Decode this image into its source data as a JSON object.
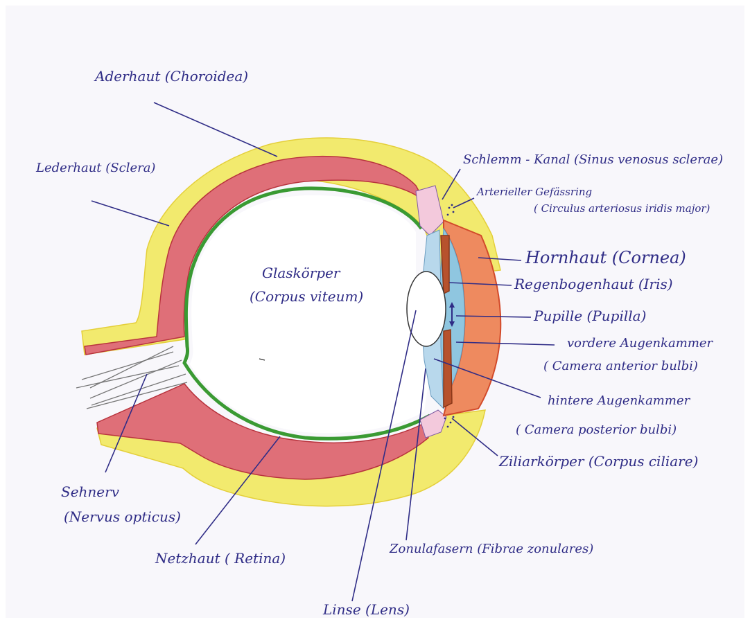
{
  "colors": {
    "sclera": "#f2ea6e",
    "choroid": "#df6f78",
    "retina": "#3a9a33",
    "cornea": "#ee8a5f",
    "anterior_chamber": "#8fc6e0",
    "iris": "#b7522d",
    "ink": "#2f2c86"
  },
  "labels": {
    "choroidea": "Aderhaut (Choroidea)",
    "sclera": "Lederhaut (Sclera)",
    "schlemm": "Schlemm - Kanal (Sinus venosus sclerae)",
    "arterial_ring_1": "Arterieller Gefässring",
    "arterial_ring_2": "( Circulus arteriosus iridis major)",
    "cornea": "Hornhaut (Cornea)",
    "iris": "Regenbogenhaut (Iris)",
    "pupil": "Pupille (Pupilla)",
    "anterior_chamber_1": "vordere Augenkammer",
    "anterior_chamber_2": "( Camera anterior bulbi)",
    "posterior_chamber_1": "hintere Augenkammer",
    "posterior_chamber_2": "( Camera posterior bulbi)",
    "ciliary_body": "Ziliarkörper (Corpus ciliare)",
    "zonular_fibers": "Zonulafasern (Fibrae zonulares)",
    "lens": "Linse (Lens)",
    "retina": "Netzhaut ( Retina)",
    "optic_nerve_1": "Sehnerv",
    "optic_nerve_2": "(Nervus opticus)",
    "vitreous_1": "Glaskörper",
    "vitreous_2": "(Corpus viteum)"
  }
}
